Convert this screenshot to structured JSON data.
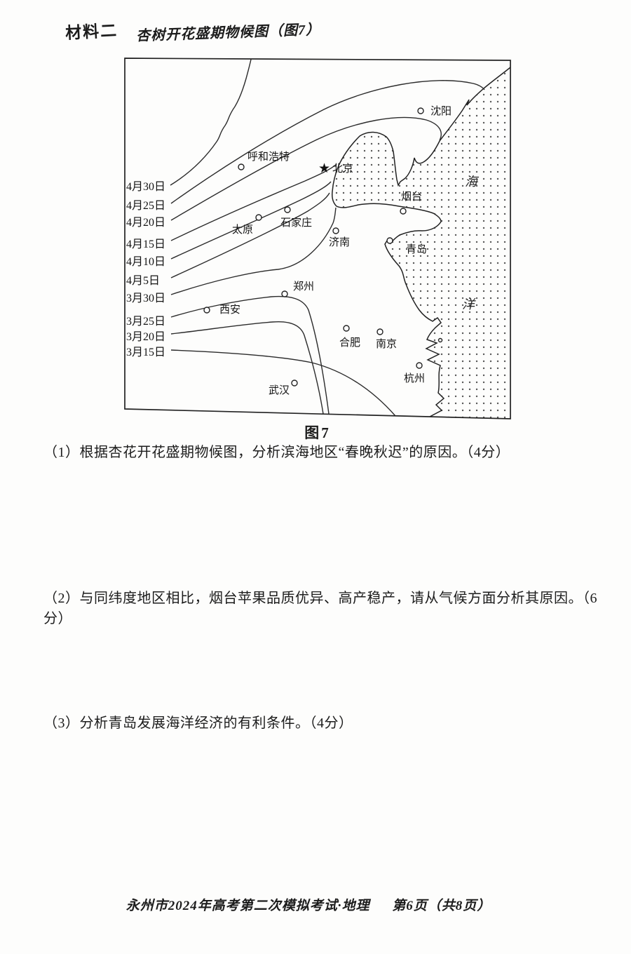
{
  "header": {
    "label": "材料二",
    "title": "杏树开花盛期物候图（图7）"
  },
  "map": {
    "caption": "图7",
    "isoline_labels": [
      "4月30日",
      "4月25日",
      "4月20日",
      "4月15日",
      "4月10日",
      "4月5日",
      "3月30日",
      "3月25日",
      "3月20日",
      "3月15日"
    ],
    "cities": {
      "shenyang": "沈阳",
      "hohhot": "呼和浩特",
      "beijing": "北京",
      "yantai": "烟台",
      "taiyuan": "太原",
      "shijiazhuang": "石家庄",
      "jinan": "济南",
      "qingdao": "青岛",
      "zhengzhou": "郑州",
      "xian": "西安",
      "hefei": "合肥",
      "nanjing": "南京",
      "hangzhou": "杭州",
      "wuhan": "武汉"
    },
    "capital_star": "★",
    "sea": {
      "hai": "海",
      "yang": "洋"
    },
    "ink_color": "#222222"
  },
  "questions": [
    "（1）根据杏花开花盛期物候图，分析滨海地区“春晚秋迟”的原因。（4分）",
    "（2）与同纬度地区相比，烟台苹果品质优异、高产稳产，请从气候方面分析其原因。（6分）",
    "（3）分析青岛发展海洋经济的有利条件。（4分）"
  ],
  "footer": {
    "exam": "永州市2024年高考第二次模拟考试·地理",
    "page": "第6页（共8页）"
  }
}
